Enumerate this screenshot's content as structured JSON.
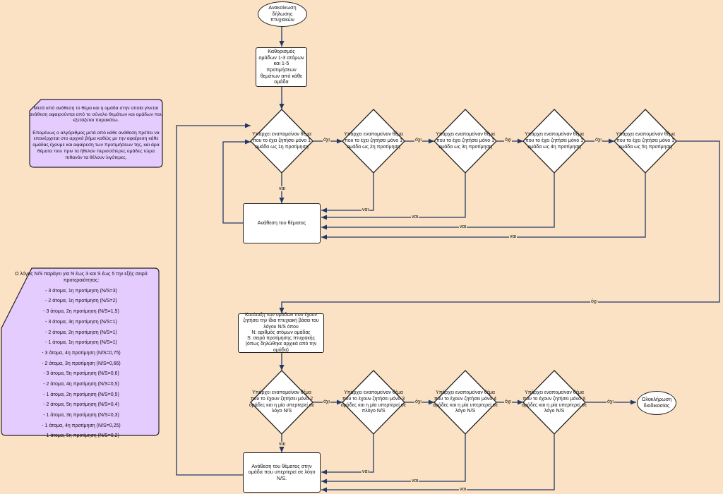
{
  "nodes": {
    "start": "Ανακοίνωση δήλωσης πτυχιακών",
    "define_groups": "Καθορισμός ομάδων 1-3 ατόμων και 1-5 προτιμήσεων θεμάτων από κάθε ομάδα",
    "assign_topic": "Ανάθεση του θέματος",
    "sort_groups": "Κατάταξη των ομάδων που έχουν ζητήσει την ίδια πτυχιακή βάσει του λόγου N/S όπου\nN: αριθμός ατόμων ομάδας\nS: σειρά προτίμησης πτυχιακής (όπως δηλώθηκε αρχικά από την ομάδα)",
    "assign_topic_ratio": "Ανάθεση του θέματος στην ομάδα που υπερτερεί σε λόγο N/S.",
    "end": "Ολοκλήρωση διαδικασίας"
  },
  "decisions_top": [
    "Υπάρχει εναπομείναν θέμα που το έχει ζητήσει μόνο 1 ομάδα ως 1η προτίμηση",
    "Υπάρχει εναπομείναν θέμα που το έχει ζητήσει μόνο 1 ομάδα ως 2η προτίμηση",
    "Υπάρχει εναπομείναν θέμα που το έχει ζητήσει μόνο 1 ομάδα ως 3η προτίμηση",
    "Υπάρχει εναπομείναν θέμα που το έχει ζητήσει μόνο 1 ομάδα ως 4η προτίμηση",
    "Υπάρχει εναπομείναν θέμα που το έχει ζητήσει μόνο 1 ομάδα ως 5η προτίμηση"
  ],
  "decisions_bottom": [
    "Υπάρχει εναπομείναν θέμα που το έχουν ζητήσει μόνο 2 ομάδες και η μία υπερτερεί σε λόγο N/S",
    "Υπάρχει εναπομείναν θέμα που το έχουν ζητήσει μόνο 3 ομάδες και η μία υπερτερεί σε πλόγο N/S",
    "Υπάρχει εναπομείναν θέμα που το έχουν ζητήσει μόνο 4 ομάδες και η μία υπερτερεί σε λόγο N/S",
    "Υπάρχει εναπομείναν θέμα που το έχουν ζητήσει μόνο X ομάδες και η μία υπερτερεί σε λόγο N/S"
  ],
  "labels": {
    "yes": "ναι",
    "no": "όχι"
  },
  "note_top": "Μετά από ανάθεση το θέμα και η ομάδα στην οποία γίνεται ανάθεση αφαιρούνται από το σύνολο θεμάτων και ομάδων που εξετάζεται παρακάτω.\n\nΕπομένως ο αλγόριθμος μετά από κάθε ανάθεση πρέπει να επανέρχεται στο αρχικό βήμα καθώς με την αφαίρεση κάθε ομάδας έχουμε και αφαίρεση των προτιμήσεων της, και άρα θέματα που πριν τα ήθελαν περισσότερες ομάδες τώρα πιθανόν τα θέλουν λιγότερες.",
  "note_ratio": {
    "intro": "Ο λόγος N/S παράγει για N έως 3 και S έως 5 την εξής σειρά προτεραιότητας:",
    "items": [
      "- 3 άτομα, 1η προτίμηση (N/S=3)",
      "- 2 άτομα, 1η προτίμηση (N/S=2)",
      "- 3 άτομα, 2η προτίμηση (N/S=1,5)",
      "- 3 άτομα, 3η προτίμηση (N/S=1)",
      "- 2 άτομα, 2η προτίμηση (N/S=1)",
      "- 1 άτομα, 1η προτίμηση (N/S=1)",
      "- 3 άτομα, 4η προτίμηση (N/S=0,75)",
      "- 2 άτομα, 3η προτίμηση (N/S=0,66)",
      "- 3 άτομα, 5η προτίμηση (N/S=0,6)",
      "- 2 άτομα, 4η προτίμηση (N/S=0,5)",
      "- 1 άτομα, 2η προτίμηση (N/S=0,5)",
      "- 2 άτομα, 5η προτίμηση (N/S=0,4)",
      "- 1 άτομα, 3η προτίμηση (N/S=0,3)",
      "- 1 άτομα, 4η προτίμηση (N/S=0,25)",
      "- 1 άτομα, 5η προτίμηση (N/S=0,2)"
    ]
  },
  "colors": {
    "background": "#fce2c4",
    "edge": "#1f3a68",
    "note_fill": "#e5ccff",
    "node_fill": "#ffffff"
  }
}
